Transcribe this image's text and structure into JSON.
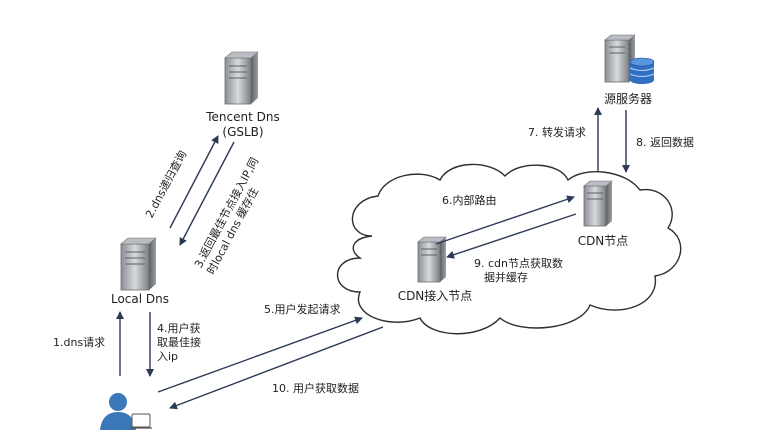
{
  "nodes": {
    "tencent_dns": {
      "line1": "Tencent Dns",
      "line2": "(GSLB)"
    },
    "local_dns": {
      "label": "Local Dns"
    },
    "origin_server": {
      "label": "源服务器"
    },
    "cdn_node": {
      "label": "CDN节点"
    },
    "cdn_access_node": {
      "label": "CDN接入节点"
    }
  },
  "steps": {
    "s1": "1.dns请求",
    "s2": "2.dns递归查询",
    "s3_line1": "3.返回最佳节点接入IP,同",
    "s3_line2": "时local dns 缓存住",
    "s4_line1": "4.用户获",
    "s4_line2": "取最佳接",
    "s4_line3": "入ip",
    "s5": "5.用户发起请求",
    "s6": "6.内部路由",
    "s7": "7. 转发请求",
    "s8": "8. 返回数据",
    "s9_line1": "9. cdn节点获取数",
    "s9_line2": "据并缓存",
    "s10": "10. 用户获取数据"
  },
  "colors": {
    "arrow": "#2b3a55",
    "server_dark": "#6e7378",
    "server_light": "#c9ccd0",
    "cloud_stroke": "#2e2e2e",
    "db_blue": "#2f6fc4",
    "user_blue": "#3a78b8"
  }
}
